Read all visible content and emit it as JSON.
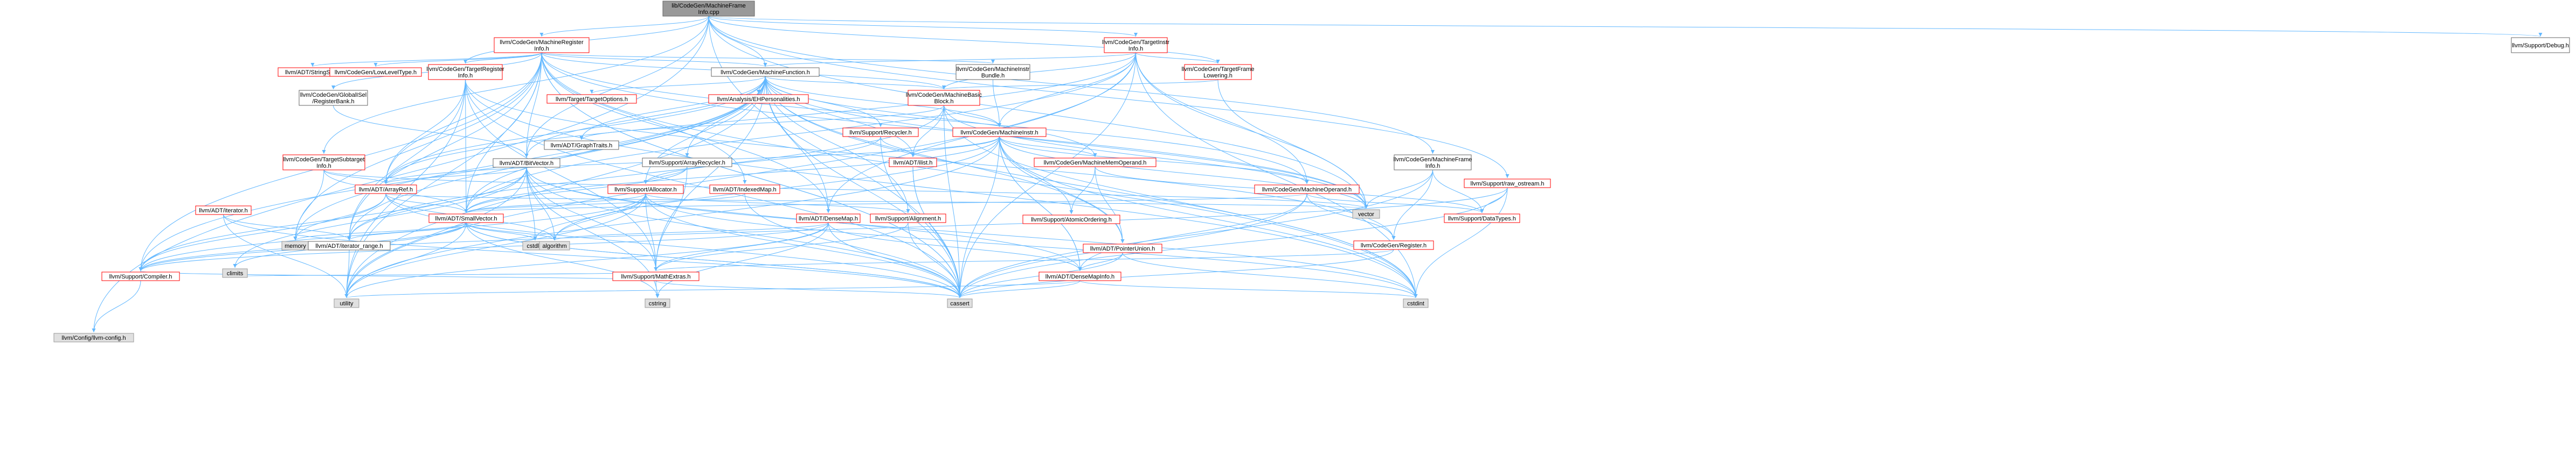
{
  "nodes": [
    {
      "id": "root",
      "lines": [
        "lib/CodeGen/MachineFrame",
        "Info.cpp"
      ],
      "kind": "root"
    },
    {
      "id": "mri",
      "lines": [
        "llvm/CodeGen/MachineRegister",
        "Info.h"
      ],
      "kind": "red"
    },
    {
      "id": "tii",
      "lines": [
        "llvm/CodeGen/TargetInstr",
        "Info.h"
      ],
      "kind": "red"
    },
    {
      "id": "debug",
      "lines": [
        "llvm/Support/Debug.h"
      ],
      "kind": "black"
    },
    {
      "id": "stringset",
      "lines": [
        "llvm/ADT/StringSet.h"
      ],
      "kind": "red"
    },
    {
      "id": "llt",
      "lines": [
        "llvm/CodeGen/LowLevelType.h"
      ],
      "kind": "red"
    },
    {
      "id": "tri",
      "lines": [
        "llvm/CodeGen/TargetRegister",
        "Info.h"
      ],
      "kind": "red"
    },
    {
      "id": "mf",
      "lines": [
        "llvm/CodeGen/MachineFunction.h"
      ],
      "kind": "black"
    },
    {
      "id": "mib",
      "lines": [
        "llvm/CodeGen/MachineInstr",
        "Bundle.h"
      ],
      "kind": "black"
    },
    {
      "id": "tfl",
      "lines": [
        "llvm/CodeGen/TargetFrame",
        "Lowering.h"
      ],
      "kind": "red"
    },
    {
      "id": "gisel",
      "lines": [
        "llvm/CodeGen/GlobalISel",
        "/RegisterBank.h"
      ],
      "kind": "black"
    },
    {
      "id": "topts",
      "lines": [
        "llvm/Target/TargetOptions.h"
      ],
      "kind": "red"
    },
    {
      "id": "ehp",
      "lines": [
        "llvm/Analysis/EHPersonalities.h"
      ],
      "kind": "red"
    },
    {
      "id": "mbb",
      "lines": [
        "llvm/CodeGen/MachineBasic",
        "Block.h"
      ],
      "kind": "red"
    },
    {
      "id": "graph",
      "lines": [
        "llvm/ADT/GraphTraits.h"
      ],
      "kind": "black"
    },
    {
      "id": "recycler",
      "lines": [
        "llvm/Support/Recycler.h"
      ],
      "kind": "red"
    },
    {
      "id": "mi",
      "lines": [
        "llvm/CodeGen/MachineInstr.h"
      ],
      "kind": "red"
    },
    {
      "id": "tsi",
      "lines": [
        "llvm/CodeGen/TargetSubtarget",
        "Info.h"
      ],
      "kind": "red"
    },
    {
      "id": "bitvector",
      "lines": [
        "llvm/ADT/BitVector.h"
      ],
      "kind": "black"
    },
    {
      "id": "arrrec",
      "lines": [
        "llvm/Support/ArrayRecycler.h"
      ],
      "kind": "black"
    },
    {
      "id": "ilist",
      "lines": [
        "llvm/ADT/ilist.h"
      ],
      "kind": "red"
    },
    {
      "id": "mmo",
      "lines": [
        "llvm/CodeGen/MachineMemOperand.h"
      ],
      "kind": "red"
    },
    {
      "id": "mfi",
      "lines": [
        "llvm/CodeGen/MachineFrame",
        "Info.h"
      ],
      "kind": "black"
    },
    {
      "id": "rawos",
      "lines": [
        "llvm/Support/raw_ostream.h"
      ],
      "kind": "red"
    },
    {
      "id": "arrayref",
      "lines": [
        "llvm/ADT/ArrayRef.h"
      ],
      "kind": "red"
    },
    {
      "id": "allocator",
      "lines": [
        "llvm/Support/Allocator.h"
      ],
      "kind": "red"
    },
    {
      "id": "indexedmap",
      "lines": [
        "llvm/ADT/IndexedMap.h"
      ],
      "kind": "red"
    },
    {
      "id": "atomic",
      "lines": [
        "llvm/Support/AtomicOrdering.h"
      ],
      "kind": "red"
    },
    {
      "id": "mo",
      "lines": [
        "llvm/CodeGen/MachineOperand.h"
      ],
      "kind": "red"
    },
    {
      "id": "iterator",
      "lines": [
        "llvm/ADT/iterator.h"
      ],
      "kind": "red"
    },
    {
      "id": "smallvector",
      "lines": [
        "llvm/ADT/SmallVector.h"
      ],
      "kind": "red"
    },
    {
      "id": "densemap",
      "lines": [
        "llvm/ADT/DenseMap.h"
      ],
      "kind": "red"
    },
    {
      "id": "alignment",
      "lines": [
        "llvm/Support/Alignment.h"
      ],
      "kind": "red"
    },
    {
      "id": "ptrunion",
      "lines": [
        "llvm/ADT/PointerUnion.h"
      ],
      "kind": "red"
    },
    {
      "id": "vector",
      "lines": [
        "vector"
      ],
      "kind": "gray"
    },
    {
      "id": "register",
      "lines": [
        "llvm/CodeGen/Register.h"
      ],
      "kind": "red"
    },
    {
      "id": "datatypes",
      "lines": [
        "llvm/Support/DataTypes.h"
      ],
      "kind": "red"
    },
    {
      "id": "memory",
      "lines": [
        "memory"
      ],
      "kind": "gray"
    },
    {
      "id": "itrange",
      "lines": [
        "llvm/ADT/iterator_range.h"
      ],
      "kind": "black"
    },
    {
      "id": "climits",
      "lines": [
        "climits"
      ],
      "kind": "gray"
    },
    {
      "id": "cstdlib",
      "lines": [
        "cstdlib"
      ],
      "kind": "gray"
    },
    {
      "id": "algorithm",
      "lines": [
        "algorithm"
      ],
      "kind": "gray"
    },
    {
      "id": "mathextras",
      "lines": [
        "llvm/Support/MathExtras.h"
      ],
      "kind": "red"
    },
    {
      "id": "dmi",
      "lines": [
        "llvm/ADT/DenseMapInfo.h"
      ],
      "kind": "red"
    },
    {
      "id": "compiler",
      "lines": [
        "llvm/Support/Compiler.h"
      ],
      "kind": "red"
    },
    {
      "id": "utility",
      "lines": [
        "utility"
      ],
      "kind": "gray"
    },
    {
      "id": "cstring",
      "lines": [
        "cstring"
      ],
      "kind": "gray"
    },
    {
      "id": "cassert",
      "lines": [
        "cassert"
      ],
      "kind": "gray"
    },
    {
      "id": "cstdint",
      "lines": [
        "cstdint"
      ],
      "kind": "gray"
    },
    {
      "id": "llvmconfig",
      "lines": [
        "llvm/Config/llvm-config.h"
      ],
      "kind": "gray"
    }
  ],
  "edges": [
    [
      "root",
      "mri"
    ],
    [
      "root",
      "tii"
    ],
    [
      "root",
      "debug"
    ],
    [
      "root",
      "mf"
    ],
    [
      "root",
      "mfi"
    ],
    [
      "root",
      "tfl"
    ],
    [
      "root",
      "tsi"
    ],
    [
      "root",
      "tri"
    ],
    [
      "root",
      "bitvector"
    ],
    [
      "root",
      "rawos"
    ],
    [
      "root",
      "cassert"
    ],
    [
      "root",
      "vector"
    ],
    [
      "root",
      "llvmconfig"
    ],
    [
      "mri",
      "stringset"
    ],
    [
      "mri",
      "llt"
    ],
    [
      "mri",
      "tri"
    ],
    [
      "mri",
      "mf"
    ],
    [
      "mri",
      "mib"
    ],
    [
      "mri",
      "gisel"
    ],
    [
      "mri",
      "mbb"
    ],
    [
      "mri",
      "mo"
    ],
    [
      "mri",
      "bitvector"
    ],
    [
      "mri",
      "arrayref"
    ],
    [
      "mri",
      "indexedmap"
    ],
    [
      "mri",
      "smallvector"
    ],
    [
      "mri",
      "itrange"
    ],
    [
      "mri",
      "memory"
    ],
    [
      "mri",
      "cassert"
    ],
    [
      "mri",
      "cstddef"
    ],
    [
      "mri",
      "vector"
    ],
    [
      "mri",
      "utility"
    ],
    [
      "mri",
      "cstdint"
    ],
    [
      "mri",
      "densemap"
    ],
    [
      "mri",
      "compiler"
    ],
    [
      "tii",
      "mf"
    ],
    [
      "tii",
      "mbb"
    ],
    [
      "tii",
      "mi"
    ],
    [
      "tii",
      "mo"
    ],
    [
      "tii",
      "densemap"
    ],
    [
      "tii",
      "arrayref"
    ],
    [
      "tii",
      "cassert"
    ],
    [
      "tii",
      "cstdint"
    ],
    [
      "tii",
      "utility"
    ],
    [
      "tii",
      "vector"
    ],
    [
      "tii",
      "smallvector"
    ],
    [
      "tii",
      "tfl"
    ],
    [
      "tri",
      "arrayref"
    ],
    [
      "tri",
      "smallvector"
    ],
    [
      "tri",
      "itrange"
    ],
    [
      "tri",
      "mathextras"
    ],
    [
      "tri",
      "cassert"
    ],
    [
      "tri",
      "cstdint"
    ],
    [
      "tri",
      "utility"
    ],
    [
      "tri",
      "register"
    ],
    [
      "mf",
      "topts"
    ],
    [
      "mf",
      "ehp"
    ],
    [
      "mf",
      "mbb"
    ],
    [
      "mf",
      "graph"
    ],
    [
      "mf",
      "recycler"
    ],
    [
      "mf",
      "mi"
    ],
    [
      "mf",
      "bitvector"
    ],
    [
      "mf",
      "arrrec"
    ],
    [
      "mf",
      "ilist"
    ],
    [
      "mf",
      "mmo"
    ],
    [
      "mf",
      "allocator"
    ],
    [
      "mf",
      "arrayref"
    ],
    [
      "mf",
      "densemap"
    ],
    [
      "mf",
      "smallvector"
    ],
    [
      "mf",
      "alignment"
    ],
    [
      "mf",
      "itrange"
    ],
    [
      "mf",
      "ptrunion"
    ],
    [
      "mf",
      "memory"
    ],
    [
      "mf",
      "cassert"
    ],
    [
      "mf",
      "cstdint"
    ],
    [
      "mf",
      "utility"
    ],
    [
      "mf",
      "vector"
    ],
    [
      "mf",
      "compiler"
    ],
    [
      "mf",
      "mathextras"
    ],
    [
      "mib",
      "mi"
    ],
    [
      "tfl",
      "mbb"
    ],
    [
      "tfl",
      "vector"
    ],
    [
      "gisel",
      "bitvector"
    ],
    [
      "mbb",
      "graph"
    ],
    [
      "mbb",
      "mi"
    ],
    [
      "mbb",
      "ilist"
    ],
    [
      "mbb",
      "itrange"
    ],
    [
      "mbb",
      "cassert"
    ],
    [
      "mbb",
      "cstdint"
    ],
    [
      "mbb",
      "vector"
    ],
    [
      "recycler",
      "allocator"
    ],
    [
      "recycler",
      "cassert"
    ],
    [
      "recycler",
      "ilist"
    ],
    [
      "mi",
      "ilist"
    ],
    [
      "mi",
      "mmo"
    ],
    [
      "mi",
      "mo"
    ],
    [
      "mi",
      "arrayref"
    ],
    [
      "mi",
      "densemapinfo"
    ],
    [
      "mi",
      "ptrunion"
    ],
    [
      "mi",
      "cassert"
    ],
    [
      "mi",
      "cstdint"
    ],
    [
      "mi",
      "utility"
    ],
    [
      "mi",
      "atomic"
    ],
    [
      "mi",
      "dmi"
    ],
    [
      "mi",
      "smallvector"
    ],
    [
      "mi",
      "algorithm"
    ],
    [
      "mi",
      "vector"
    ],
    [
      "tsi",
      "arrayref"
    ],
    [
      "tsi",
      "smallvector"
    ],
    [
      "tsi",
      "memory"
    ],
    [
      "tsi",
      "vector"
    ],
    [
      "bitvector",
      "arrayref"
    ],
    [
      "bitvector",
      "dmi"
    ],
    [
      "bitvector",
      "itrange"
    ],
    [
      "bitvector",
      "mathextras"
    ],
    [
      "bitvector",
      "algorithm"
    ],
    [
      "bitvector",
      "cassert"
    ],
    [
      "bitvector",
      "climits"
    ],
    [
      "bitvector",
      "cstdint"
    ],
    [
      "bitvector",
      "cstdlib"
    ],
    [
      "bitvector",
      "cstring"
    ],
    [
      "bitvector",
      "utility"
    ],
    [
      "bitvector",
      "compiler"
    ],
    [
      "arrrec",
      "allocator"
    ],
    [
      "arrrec",
      "mathextras"
    ],
    [
      "arrrec",
      "smallvector"
    ],
    [
      "ilist",
      "cassert"
    ],
    [
      "ilist",
      "cstddef"
    ],
    [
      "mmo",
      "atomic"
    ],
    [
      "mmo",
      "ptrunion"
    ],
    [
      "mmo",
      "datatypes"
    ],
    [
      "mfi",
      "register"
    ],
    [
      "mfi",
      "datatypes"
    ],
    [
      "mfi",
      "cassert"
    ],
    [
      "mfi",
      "vector"
    ],
    [
      "rawos",
      "datatypes"
    ],
    [
      "rawos",
      "cassert"
    ],
    [
      "rawos",
      "cstdint"
    ],
    [
      "rawos",
      "compiler"
    ],
    [
      "arrayref",
      "smallvector"
    ],
    [
      "arrayref",
      "compiler"
    ],
    [
      "arrayref",
      "algorithm"
    ],
    [
      "arrayref",
      "cassert"
    ],
    [
      "arrayref",
      "memory"
    ],
    [
      "arrayref",
      "vector"
    ],
    [
      "allocator",
      "alignment"
    ],
    [
      "allocator",
      "mathextras"
    ],
    [
      "allocator",
      "smallvector"
    ],
    [
      "allocator",
      "compiler"
    ],
    [
      "allocator",
      "algorithm"
    ],
    [
      "allocator",
      "cassert"
    ],
    [
      "allocator",
      "cstdint"
    ],
    [
      "allocator",
      "cstdlib"
    ],
    [
      "allocator",
      "utility"
    ],
    [
      "indexedmap",
      "smallvector"
    ],
    [
      "indexedmap",
      "cassert"
    ],
    [
      "mo",
      "register"
    ],
    [
      "mo",
      "datatypes"
    ],
    [
      "mo",
      "cassert"
    ],
    [
      "mo",
      "dmi"
    ],
    [
      "mo",
      "smallvector"
    ],
    [
      "iterator",
      "itrange"
    ],
    [
      "iterator",
      "utility"
    ],
    [
      "iterator",
      "cstddef"
    ],
    [
      "smallvector",
      "compiler"
    ],
    [
      "smallvector",
      "algorithm"
    ],
    [
      "smallvector",
      "cassert"
    ],
    [
      "smallvector",
      "cstddef"
    ],
    [
      "smallvector",
      "cstdlib"
    ],
    [
      "smallvector",
      "cstring"
    ],
    [
      "smallvector",
      "memory"
    ],
    [
      "smallvector",
      "utility"
    ],
    [
      "smallvector",
      "climits"
    ],
    [
      "smallvector",
      "itrange"
    ],
    [
      "densemap",
      "dmi"
    ],
    [
      "densemap",
      "mathextras"
    ],
    [
      "densemap",
      "algorithm"
    ],
    [
      "densemap",
      "cassert"
    ],
    [
      "densemap",
      "cstring"
    ],
    [
      "densemap",
      "utility"
    ],
    [
      "densemap",
      "compiler"
    ],
    [
      "alignment",
      "mathextras"
    ],
    [
      "alignment",
      "cassert"
    ],
    [
      "ptrunion",
      "dmi"
    ],
    [
      "ptrunion",
      "cassert"
    ],
    [
      "ptrunion",
      "cstdint"
    ],
    [
      "register",
      "mathextras"
    ],
    [
      "register",
      "cassert"
    ],
    [
      "mathextras",
      "compiler"
    ],
    [
      "mathextras",
      "cassert"
    ],
    [
      "mathextras",
      "climits"
    ],
    [
      "mathextras",
      "cstring"
    ],
    [
      "dmi",
      "cassert"
    ],
    [
      "dmi",
      "cstdint"
    ],
    [
      "dmi",
      "utility"
    ],
    [
      "compiler",
      "llvmconfig"
    ],
    [
      "itrange",
      "utility"
    ]
  ],
  "colors": {
    "edge": "#63b8ff",
    "red_border": "#ff0000",
    "black_border": "#666666",
    "gray_fill": "#e0e0e0",
    "root_fill": "#999999",
    "root_border": "#666666",
    "text": "#000000"
  }
}
